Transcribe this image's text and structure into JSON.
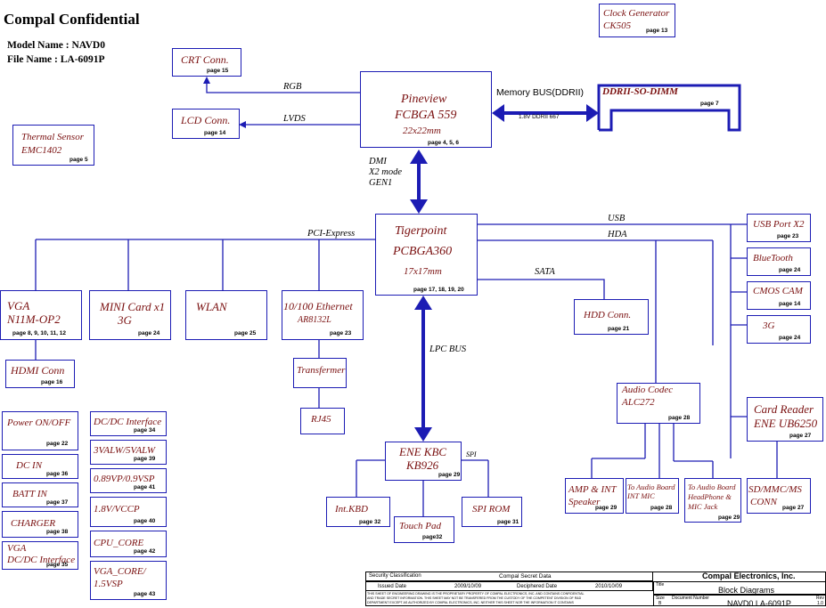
{
  "header": {
    "title": "Compal Confidential",
    "model": "Model Name : NAVD0",
    "file": "File Name : LA-6091P"
  },
  "blocks": {
    "clock": {
      "l1": "Clock Generator",
      "l2": "CK505",
      "page": "page 13"
    },
    "crt": {
      "l1": "CRT Conn.",
      "page": "page 15"
    },
    "lcd": {
      "l1": "LCD Conn.",
      "page": "page 14"
    },
    "thermal": {
      "l1": "Thermal Sensor",
      "l2": "EMC1402",
      "page": "page 5"
    },
    "pineview": {
      "l1": "Pineview",
      "l2": "FCBGA 559",
      "l3": "22x22mm",
      "page": "page 4, 5, 6"
    },
    "ddr": {
      "l1": "DDRII-SO-DIMM",
      "page": "page 7"
    },
    "tiger": {
      "l1": "Tigerpoint",
      "l2": "PCBGA360",
      "l3": "17x17mm",
      "page": "page 17, 18, 19, 20"
    },
    "vga": {
      "l1": "VGA",
      "l2": "N11M-OP2",
      "page": "page 8, 9, 10, 11, 12"
    },
    "minicard": {
      "l1": "MINI Card x1",
      "l2": "3G",
      "page": "page 24"
    },
    "wlan": {
      "l1": "WLAN",
      "page": "page 25"
    },
    "ethernet": {
      "l1": "10/100 Ethernet",
      "l2": "AR8132L",
      "page": "page 23"
    },
    "hdmi": {
      "l1": "HDMI Conn",
      "page": "page 16"
    },
    "transformer": {
      "l1": "Transfermer"
    },
    "rj45": {
      "l1": "RJ45"
    },
    "hdd": {
      "l1": "HDD  Conn.",
      "page": "page 21"
    },
    "usbport": {
      "l1": "USB Port X2",
      "page": "page 23"
    },
    "bluetooth": {
      "l1": "BlueTooth",
      "page": "page 24"
    },
    "cmos": {
      "l1": "CMOS CAM",
      "page": "page 14"
    },
    "g3": {
      "l1": "3G",
      "page": "page 24"
    },
    "audiocodec": {
      "l1": "Audio Codec",
      "l2": "ALC272",
      "page": "page 28"
    },
    "cardreader": {
      "l1": "Card Reader",
      "l2": "ENE UB6250",
      "page": "page 27"
    },
    "kbc": {
      "l1": "ENE KBC",
      "l2": "KB926",
      "page": "page 29"
    },
    "intkbd": {
      "l1": "Int.KBD",
      "page": "page 32"
    },
    "touchpad": {
      "l1": "Touch Pad",
      "page": "page32"
    },
    "spirom": {
      "l1": "SPI ROM",
      "page": "page 31"
    },
    "amp": {
      "l1": "AMP & INT",
      "l2": "Speaker",
      "page": "page 29"
    },
    "audioboard1": {
      "l1": "To Audio Board",
      "l2": "INT MIC",
      "page": "page 28"
    },
    "audioboard2": {
      "l1": "To Audio Board",
      "l2": "HeadPhone &",
      "l3": "MIC Jack",
      "page": "page 29"
    },
    "sdmmc": {
      "l1": "SD/MMC/MS",
      "l2": "CONN",
      "page": "page 27"
    },
    "poweronoff": {
      "l1": "Power ON/OFF",
      "page": "page 22"
    },
    "dcin": {
      "l1": "DC IN",
      "page": "page 36"
    },
    "battin": {
      "l1": "BATT IN",
      "page": "page 37"
    },
    "charger": {
      "l1": "CHARGER",
      "page": "page 38"
    },
    "vgadcdc": {
      "l1": "VGA",
      "l2": "DC/DC Interface",
      "page": "page 35"
    },
    "dcdcif": {
      "l1": "DC/DC Interface",
      "page": "page 34"
    },
    "valw": {
      "l1": "3VALW/5VALW",
      "page": "page 39"
    },
    "vp089": {
      "l1": "0.89VP/0.9VSP",
      "page": "page 41"
    },
    "vccp": {
      "l1": "1.8V/VCCP",
      "page": "page 40"
    },
    "cpucore": {
      "l1": "CPU_CORE",
      "page": "page 42"
    },
    "vgacore": {
      "l1": "VGA_CORE/",
      "l2": "1.5VSP",
      "page": "page 43"
    }
  },
  "labels": {
    "rgb": "RGB",
    "lvds": "LVDS",
    "membus": "Memory BUS(DDRII)",
    "ddrspeed": "1.8V DDRII 667",
    "dmi1": "DMI",
    "dmi2": "X2 mode",
    "dmi3": "GEN1",
    "pcie": "PCI-Express",
    "usb": "USB",
    "hda": "HDA",
    "sata": "SATA",
    "lpc": "LPC BUS",
    "spi": "SPI"
  },
  "titleblock": {
    "security": "Security Classification",
    "secret": "Compal Secret Data",
    "company": "Compal Electronics, Inc.",
    "issued": "Issued Date",
    "issued_val": "2009/10/09",
    "deciphered": "Deciphered Date",
    "deciphered_val": "2010/10/09",
    "title_lbl": "Title",
    "title_val": "Block Diagrams",
    "size_lbl": "Size",
    "size_val": "B",
    "docnum_lbl": "Document Number",
    "docnum_val": "NAVD0 LA-6091P",
    "rev_lbl": "Rev",
    "rev_val": "1.0",
    "notice1": "THIS SHEET OF ENGINEERING DRAWING IS THE PROPRIETARY PROPERTY OF COMPAL ELECTRONICS, INC. AND CONTAINS CONFIDENTIAL",
    "notice2": "AND TRADE SECRET INFORMATION. THIS SHEET MAY NOT BE TRANSFERED FROM THE CUSTODY OF THE COMPETENT DIVISION OF R&D",
    "notice3": "DEPARTMENT EXCEPT AS AUTHORIZED BY COMPAL ELECTRONICS, INC. NEITHER THIS SHEET NOR THE INFORMATION IT CONTAINS"
  },
  "colors": {
    "box_border": "#1c1cb4",
    "box_text": "#7a1010",
    "line": "#1c1cb4"
  }
}
